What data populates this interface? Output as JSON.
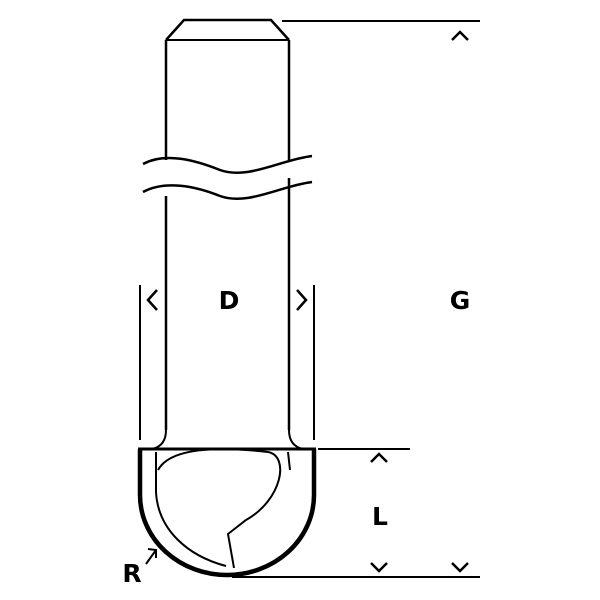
{
  "labels": {
    "diameter": "D",
    "total_length": "G",
    "cutting_length": "L",
    "radius": "R"
  },
  "colors": {
    "ink": "#000000",
    "paper": "#ffffff"
  }
}
